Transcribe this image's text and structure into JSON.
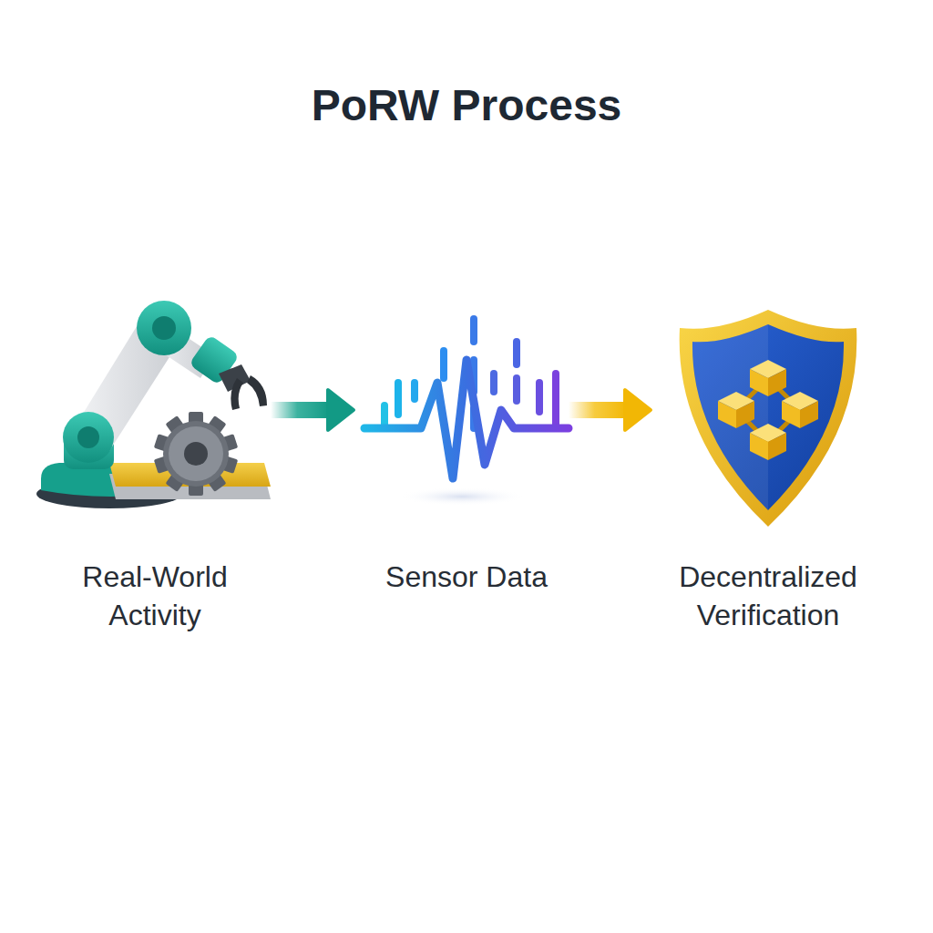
{
  "diagram": {
    "title": "PoRW Process",
    "nodes": [
      {
        "text": [
          "Real-World Activity"
        ]
      },
      {
        "text": [
          "Sensor Data"
        ]
      },
      {
        "text": [
          "Decentralized Verification"
        ]
      }
    ],
    "edges": [
      {
        "from": 0,
        "to": 1,
        "arrow": "to"
      },
      {
        "from": 1,
        "to": 2,
        "arrow": "to"
      }
    ]
  }
}
